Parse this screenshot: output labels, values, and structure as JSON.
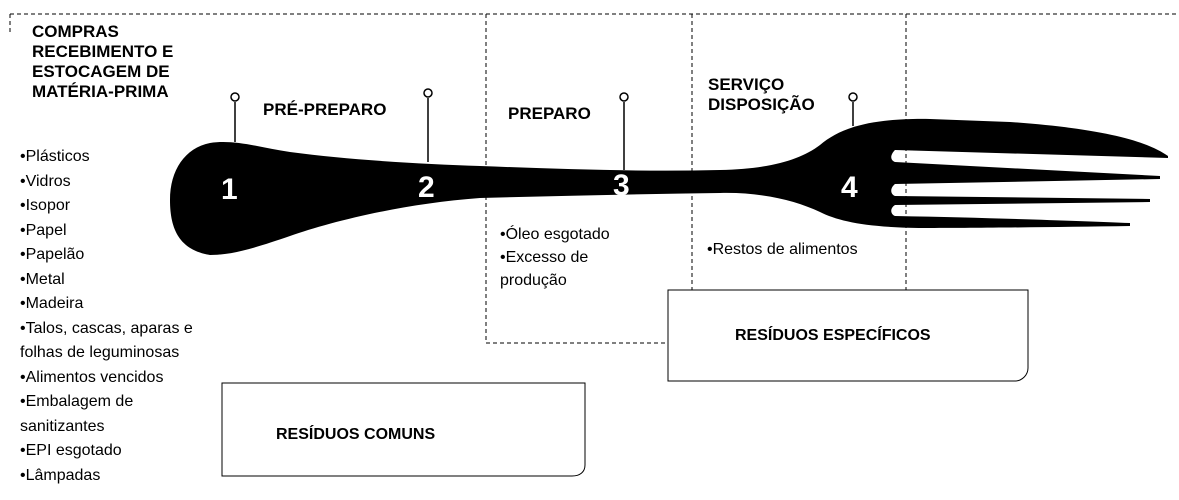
{
  "stages": [
    {
      "title": "COMPRAS\nRECEBIMENTO E\nESTOCAGEM DE\nMATÉRIA-PRIMA",
      "number": "1"
    },
    {
      "title": "PRÉ-PREPARO",
      "number": "2"
    },
    {
      "title": "PREPARO",
      "number": "3"
    },
    {
      "title": "SERVIÇO\nDISPOSIÇÃO",
      "number": "4"
    }
  ],
  "common_waste": [
    "•Plásticos",
    "•Vidros",
    "•Isopor",
    "•Papel",
    "•Papelão",
    "•Metal",
    "•Madeira",
    "•Talos, cascas, aparas e\nfolhas de leguminosas",
    "•Alimentos vencidos",
    "•Embalagem de\nsanitizantes",
    "•EPI esgotado",
    "•Lâmpadas"
  ],
  "preparo_waste": [
    "•Óleo esgotado",
    "•Excesso de\nprodução"
  ],
  "service_waste": [
    "•Restos de alimentos"
  ],
  "boxes": {
    "common": "RESÍDUOS COMUNS",
    "specific": "RESÍDUOS ESPECÍFICOS"
  },
  "colors": {
    "fork": "#000000",
    "lines": "#000000",
    "background": "#ffffff"
  }
}
